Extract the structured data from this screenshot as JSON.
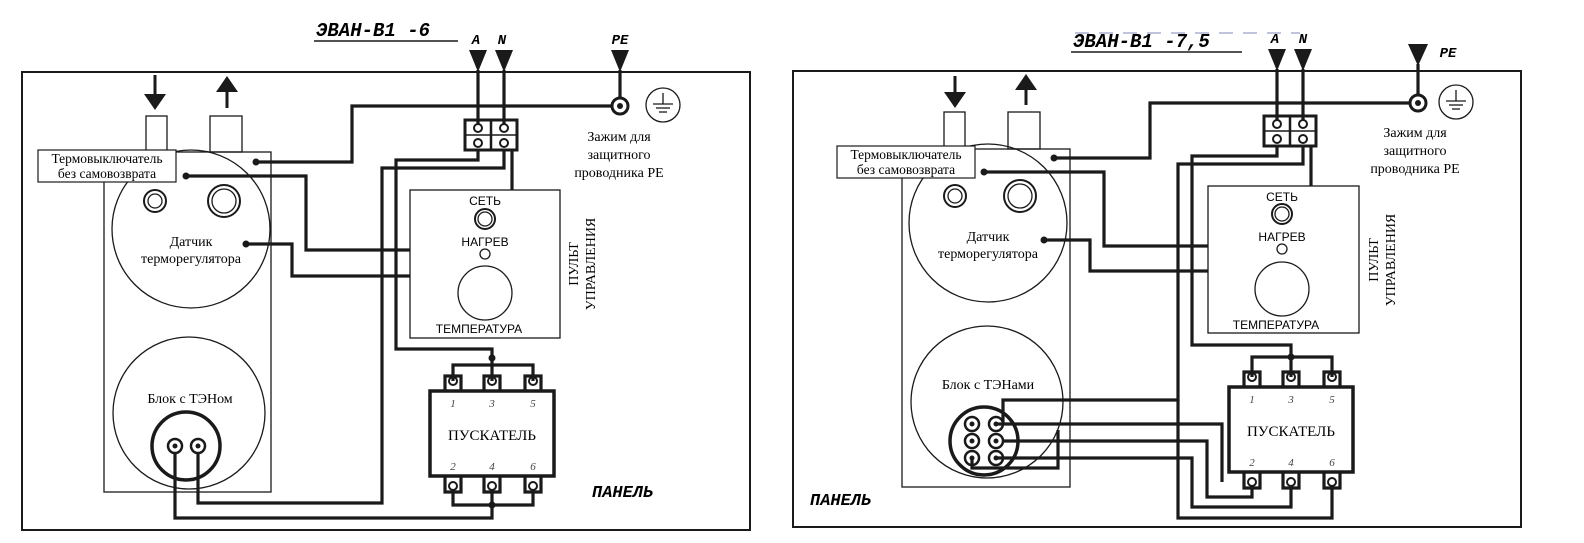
{
  "left": {
    "title": "ЭВАН-В1 -6",
    "phase_a": "A",
    "phase_n": "N",
    "pe": "PE",
    "thermo_line1": "Термовыключатель",
    "thermo_line2": "без самовозврата",
    "sensor_line1": "Датчик",
    "sensor_line2": "терморегулятора",
    "heater_block": "Блок с ТЭНом",
    "clamp_line1": "Зажим для",
    "clamp_line2": "защитного",
    "clamp_line3": "проводника PE",
    "net": "СЕТЬ",
    "heat": "НАГРЕВ",
    "temp": "ТЕМПЕРАТУРА",
    "console_line1": "ПУЛЬТ",
    "console_line2": "УПРАВЛЕНИЯ",
    "starter": "ПУСКАТЕЛЬ",
    "panel": "ПАНЕЛЬ",
    "terminals_top": [
      "1",
      "3",
      "5"
    ],
    "terminals_bottom": [
      "2",
      "4",
      "6"
    ]
  },
  "right": {
    "title": "ЭВАН-В1 -7,5",
    "phase_a": "A",
    "phase_n": "N",
    "pe": "PE",
    "thermo_line1": "Термовыключатель",
    "thermo_line2": "без самовозврата",
    "sensor_line1": "Датчик",
    "sensor_line2": "терморегулятора",
    "heater_block": "Блок с ТЭНами",
    "clamp_line1": "Зажим для",
    "clamp_line2": "защитного",
    "clamp_line3": "проводника PE",
    "net": "СЕТЬ",
    "heat": "НАГРЕВ",
    "temp": "ТЕМПЕРАТУРА",
    "console_line1": "ПУЛЬТ",
    "console_line2": "УПРАВЛЕНИЯ",
    "starter": "ПУСКАТЕЛЬ",
    "panel": "ПАНЕЛЬ",
    "terminals_top": [
      "1",
      "3",
      "5"
    ],
    "terminals_bottom": [
      "2",
      "4",
      "6"
    ]
  }
}
